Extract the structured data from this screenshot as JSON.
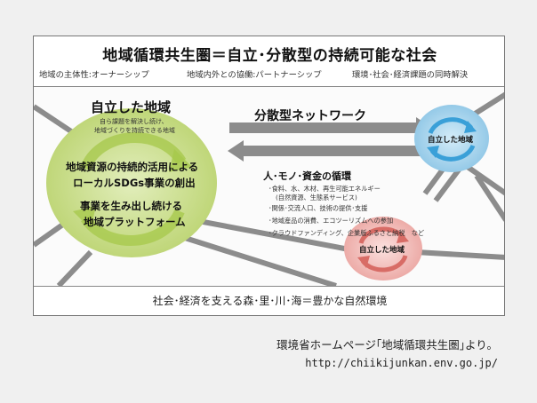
{
  "figure": {
    "title": "地域循環共生圏＝自立･分散型の持続可能な社会",
    "subtitle_items": [
      "地域の主体性:オーナーシップ",
      "地域内外との協働:パートナーシップ",
      "環境･社会･経済課題の同時解決"
    ],
    "network_label": "分散型ネットワーク",
    "big_region": {
      "heading": "自立した地域",
      "desc_line1": "自ら課題を解決し続け、",
      "desc_line2": "地域づくりを持続できる地域",
      "body_line1": "地域資源の持続的活用による",
      "body_line2": "ローカルSDGs事業の創出",
      "body_line3": "事業を生み出し続ける",
      "body_line4": "地域プラットフォーム"
    },
    "region_right_label": "自立した地域",
    "region_bottom_label": "自立した地域",
    "cycle": {
      "heading": "人･モノ･資金の循環",
      "items": [
        "･食料、水、木材、再生可能エネルギー",
        "(自然資源、生態系サービス)",
        "･関係･交流人口、技術の提供･支援",
        "･地域産品の消費、エコツーリズムへの参加",
        "･クラウドファンディング、企業版ふるさと納税　など"
      ]
    },
    "footer": "社会･経済を支える森･里･川･海＝豊かな自然環境"
  },
  "caption": {
    "line1": "環境省ホームページ｢地域循環共生圏｣より。",
    "line2": "http://chiikijunkan.env.go.jp/"
  },
  "colors": {
    "green_region": "#c8dc8a",
    "blue_region": "#a8d4ec",
    "red_region": "#f0b4b0",
    "arrow_gray": "#8c8c8c",
    "green_arrow": "#9cc23c",
    "blue_arrow": "#3aa0d8",
    "red_arrow": "#d86c66"
  }
}
